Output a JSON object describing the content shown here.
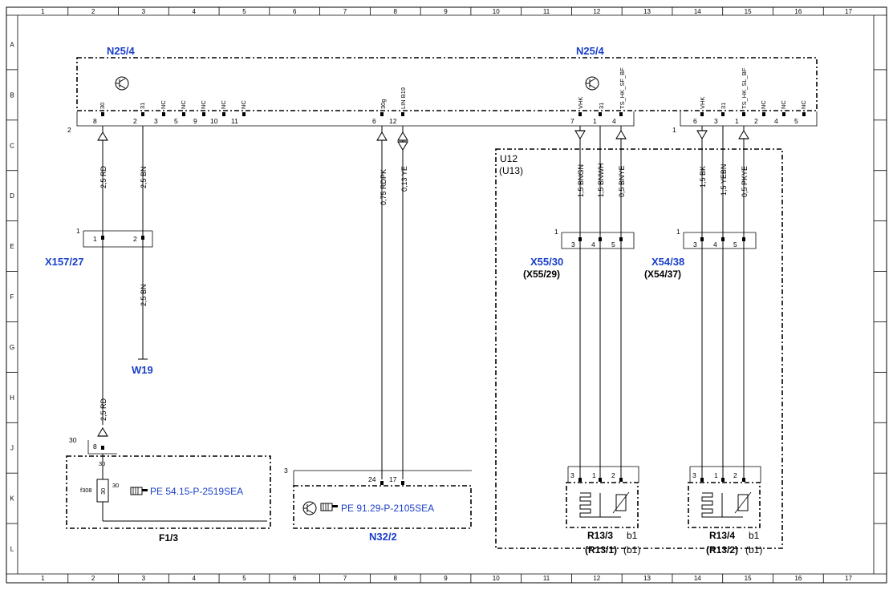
{
  "frame": {
    "columns": [
      "1",
      "2",
      "3",
      "4",
      "5",
      "6",
      "7",
      "8",
      "9",
      "10",
      "11",
      "12",
      "13",
      "14",
      "15",
      "16",
      "17"
    ],
    "rows": [
      "A",
      "B",
      "C",
      "D",
      "E",
      "F",
      "G",
      "H",
      "J",
      "K",
      "L"
    ]
  },
  "modules": {
    "n25_4_left": "N25/4",
    "n25_4_right": "N25/4",
    "u12": "U12",
    "u13": "(U13)"
  },
  "connector_numbers": {
    "n25_left": "2",
    "n25_right": "1",
    "x157": "1",
    "x55": "1",
    "x54": "1",
    "fuse": "30",
    "n32": "3"
  },
  "pins_left": [
    {
      "num": "8",
      "sig": "30"
    },
    {
      "num": "2",
      "sig": "31"
    },
    {
      "num": "3",
      "sig": "NC"
    },
    {
      "num": "5",
      "sig": "NC"
    },
    {
      "num": "9",
      "sig": "NC"
    },
    {
      "num": "10",
      "sig": "NC"
    },
    {
      "num": "11",
      "sig": "NC"
    },
    {
      "num": "6",
      "sig": "30g"
    },
    {
      "num": "12",
      "sig": "LIN B19"
    },
    {
      "num": "7",
      "sig": "VHK"
    },
    {
      "num": "1",
      "sig": "31"
    },
    {
      "num": "4",
      "sig": "TS_HK_SF_BF"
    }
  ],
  "pins_right": [
    {
      "num": "6",
      "sig": "VHK"
    },
    {
      "num": "3",
      "sig": "31"
    },
    {
      "num": "1",
      "sig": "TS_HK_SL_BF"
    },
    {
      "num": "2",
      "sig": "NC"
    },
    {
      "num": "4",
      "sig": "NC"
    },
    {
      "num": "5",
      "sig": "NC"
    }
  ],
  "wires": {
    "w1": "2,5 RD",
    "w2": "2,5 BN",
    "w3": "2,5 BN",
    "w4": "2,5 RD",
    "w5": "0,75 RDPK",
    "w6": "0,13 YE",
    "w7": "1,5 BNGN",
    "w8": "1,5 BNWH",
    "w9": "0,5 BNYE",
    "w10": "1,5 BK",
    "w11": "1,5 YEBN",
    "w12": "0,5 PKYE"
  },
  "x157_pins": [
    "1",
    "2"
  ],
  "x55_pins": [
    "3",
    "4",
    "5"
  ],
  "x54_pins": [
    "3",
    "4",
    "5"
  ],
  "r13_3_pins": [
    "3",
    "1",
    "2"
  ],
  "r13_4_pins": [
    "3",
    "1",
    "2"
  ],
  "fuse_pin": "8",
  "n32_pins": [
    "24",
    "17"
  ],
  "labels": {
    "x157": "X157/27",
    "w19": "W19",
    "x55": "X55/30",
    "x55_alt": "(X55/29)",
    "x54": "X54/38",
    "x54_alt": "(X54/37)",
    "f1_3": "F1/3",
    "n32_2": "N32/2",
    "r13_3": "R13/3",
    "r13_3_b": "b1",
    "r13_1": "(R13/1)",
    "r13_1_b": "(b1)",
    "r13_4": "R13/4",
    "r13_4_b": "b1",
    "r13_2": "(R13/2)",
    "r13_2_b": "(b1)",
    "fuse_id": "f308",
    "fuse_in": "30",
    "fuse_value": "30",
    "fuse_mid": "30"
  },
  "references": {
    "fuse_ref": "PE 54.15-P-2519SEA",
    "n32_ref": "PE 91.29-P-2105SEA"
  }
}
